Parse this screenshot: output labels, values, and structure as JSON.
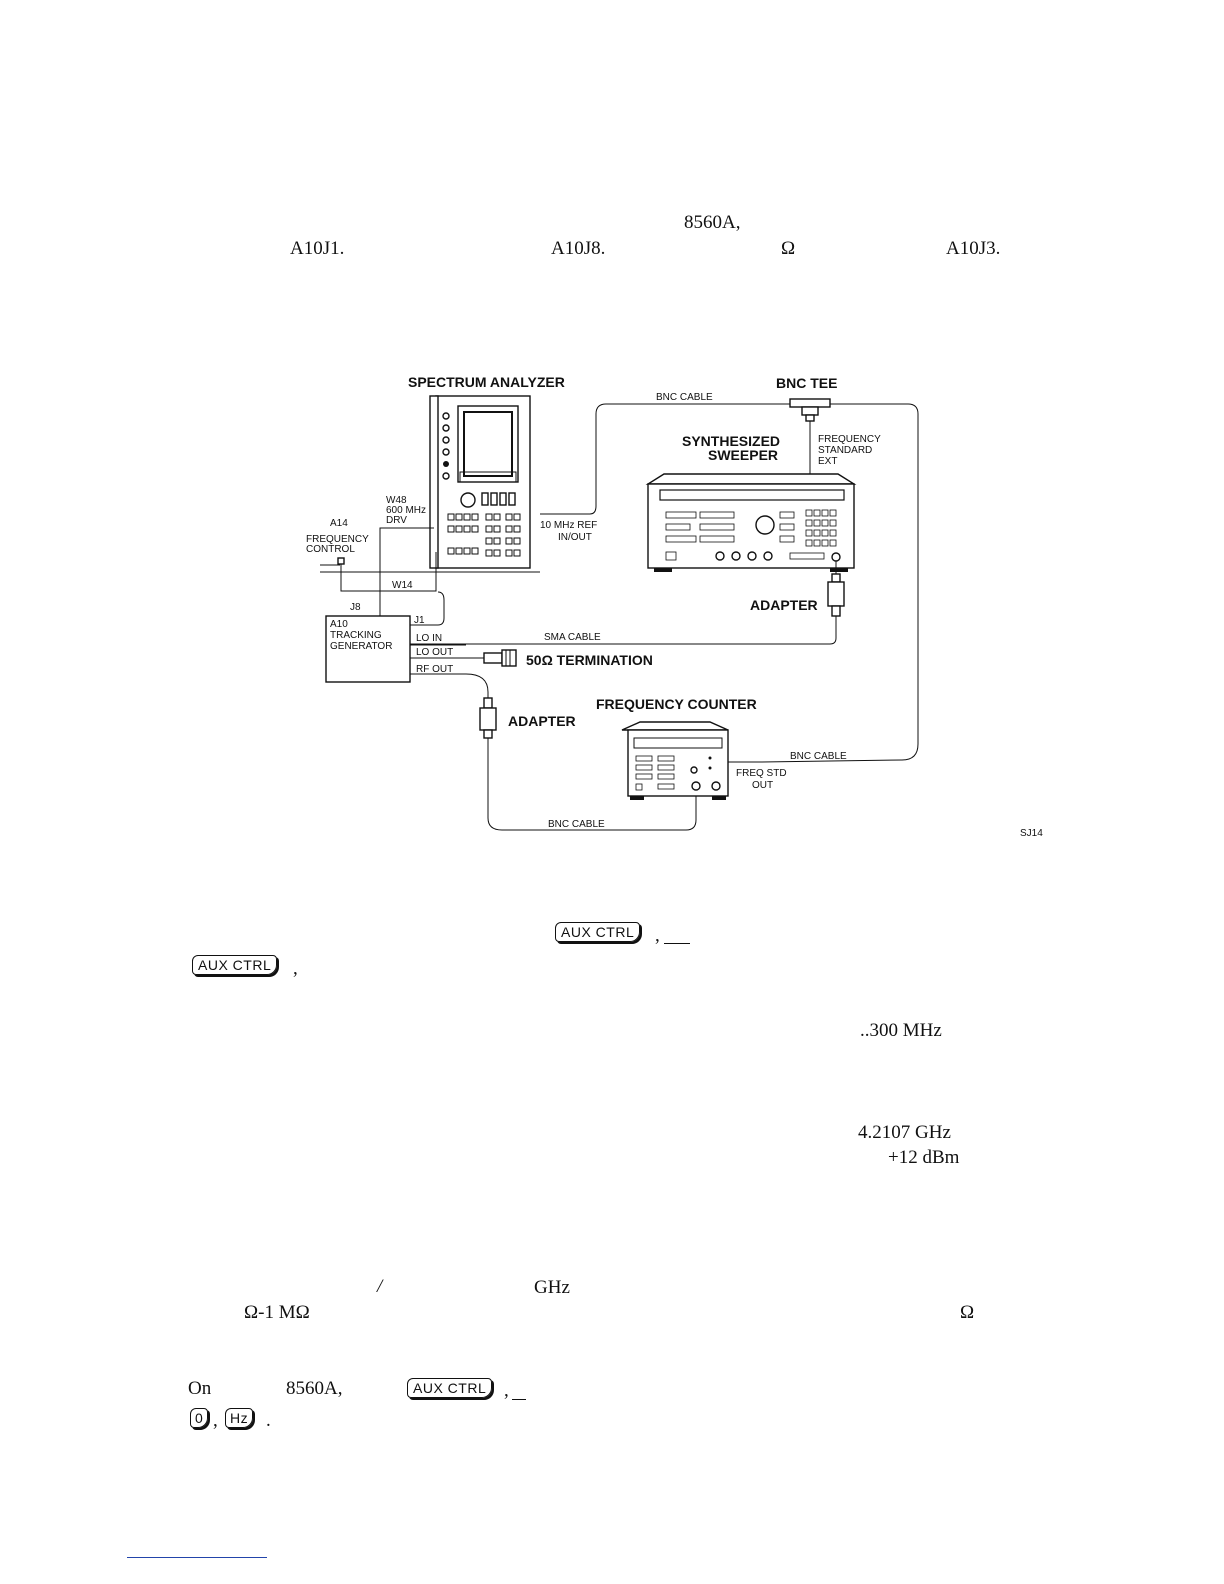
{
  "text_fragments": {
    "line1_model": "8560A,",
    "line2_a": "A10J1.",
    "line2_b": "A10J8.",
    "line2_ohm": "Ω",
    "line2_c": "A10J3.",
    "mhz300": "..300 MHz",
    "ghz": "4.2107 GHz",
    "dbm": "+12 dBm",
    "slash": "/",
    "ghz2": "GHz",
    "ohm_meg": "Ω-1 MΩ",
    "ohm2": "Ω",
    "on": "On",
    "model2": "8560A,"
  },
  "keys": {
    "aux1": "AUX CTRL",
    "aux2": "AUX CTRL",
    "aux3": "AUX CTRL",
    "zero": "0",
    "hz": "Hz"
  },
  "diagram": {
    "spectrum_analyzer": "SPECTRUM ANALYZER",
    "bnc_tee": "BNC TEE",
    "bnc_cable_top": "BNC CABLE",
    "synth_line1": "SYNTHESIZED",
    "synth_line2": "SWEEPER",
    "freq_std_1": "FREQUENCY",
    "freq_std_2": "STANDARD",
    "freq_std_3": "EXT",
    "w48_1": "W48",
    "w48_2": "600 MHz",
    "w48_3": "DRV",
    "a14": "A14",
    "a14_fc1": "FREQUENCY",
    "a14_fc2": "CONTROL",
    "ref_1": "10 MHz REF",
    "ref_2": "IN/OUT",
    "w14": "W14",
    "j8": "J8",
    "j1": "J1",
    "a10_1": "A10",
    "a10_2": "TRACKING",
    "a10_3": "GENERATOR",
    "lo_in": "LO IN",
    "lo_out": "LO OUT",
    "rf_out": "RF OUT",
    "sma_cable": "SMA CABLE",
    "termination": "50Ω TERMINATION",
    "adapter_right": "ADAPTER",
    "adapter_left": "ADAPTER",
    "freq_counter": "FREQUENCY COUNTER",
    "bnc_cable_right": "BNC CABLE",
    "freq_std_out1": "FREQ STD",
    "freq_std_out2": "OUT",
    "bnc_cable_bottom": "BNC CABLE",
    "figure_id": "SJ14"
  }
}
